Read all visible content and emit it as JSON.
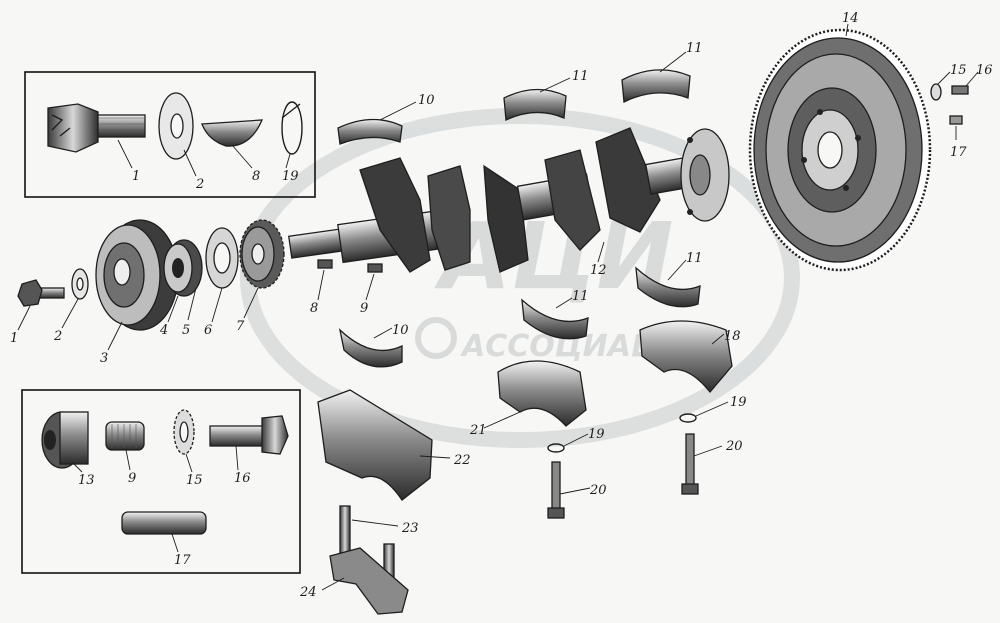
{
  "watermark": {
    "main": "АЦИ",
    "sub": "АССОЦИАЦИЯ",
    "color": "#d6d9d9"
  },
  "callouts": {
    "box1": {
      "bolt": "1",
      "washer": "2",
      "key": "8",
      "ring": "19"
    },
    "front": {
      "bolt": "1",
      "washer": "2",
      "pulley": "3",
      "n4": "4",
      "n5": "5",
      "n6": "6",
      "gear": "7",
      "key8": "8",
      "key9": "9",
      "liner10a": "10",
      "liner10b": "10"
    },
    "shaft": {
      "crankshaft": "12",
      "liner11a": "11",
      "liner11b": "11",
      "liner11c": "11",
      "liner11d": "11"
    },
    "flywheel": {
      "flywheel": "14",
      "washer15": "15",
      "bolt16": "16",
      "pin17": "17"
    },
    "caps": {
      "cap18": "18",
      "ring19a": "19",
      "ring19b": "19",
      "bolt20a": "20",
      "bolt20b": "20",
      "cap21": "21",
      "cap22": "22",
      "stud23": "23",
      "plate24": "24"
    },
    "box2": {
      "nut13": "13",
      "bush9": "9",
      "washer15": "15",
      "bolt16": "16",
      "pin17": "17"
    }
  }
}
